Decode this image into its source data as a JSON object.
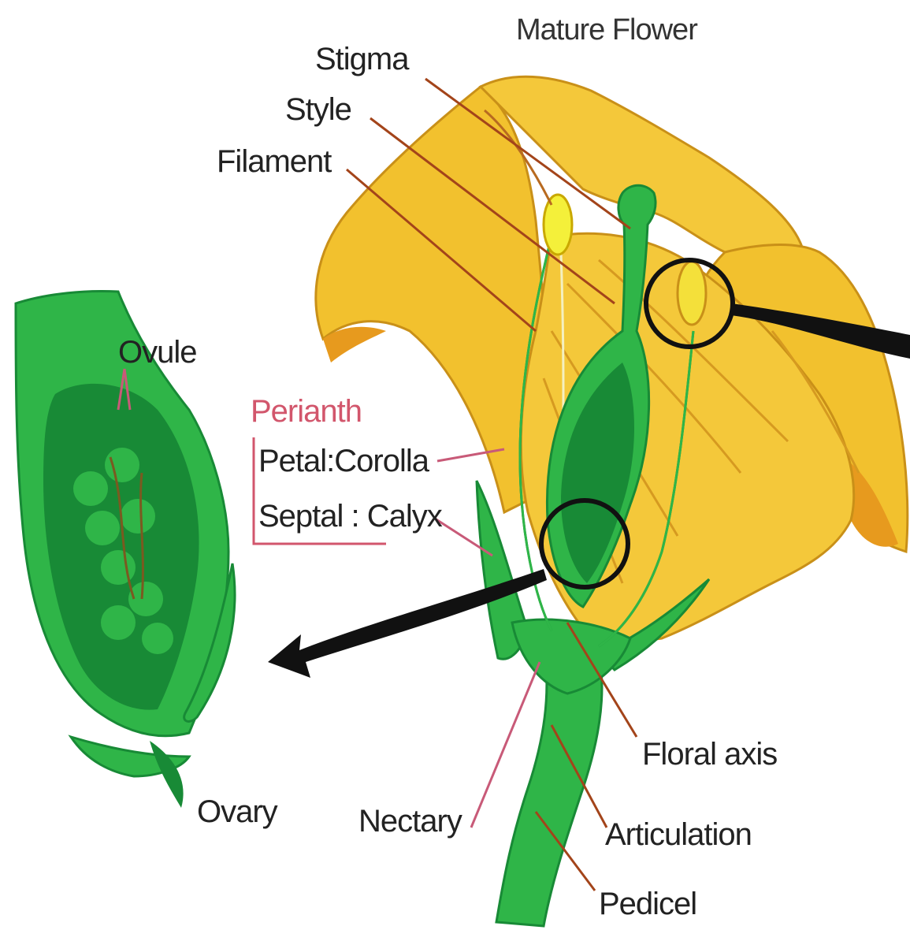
{
  "title": "Mature Flower",
  "labels": {
    "stigma": "Stigma",
    "style": "Style",
    "filament": "Filament",
    "ovule": "Ovule",
    "perianth": "Perianth",
    "petal": "Petal:Corolla",
    "sepal": "Septal : Calyx",
    "floral_axis": "Floral axis",
    "ovary": "Ovary",
    "nectary": "Nectary",
    "articulation": "Articulation",
    "pedicel": "Pedicel"
  },
  "colors": {
    "petal_yellow": "#f2c12e",
    "petal_orange": "#e79a1e",
    "green_light": "#2fb548",
    "green_dark": "#188a36",
    "anther_yellow": "#f4f03a",
    "leader_brown": "#a3441a",
    "leader_pink": "#c85a78",
    "perianth_red": "#d2566c",
    "magnifier_black": "#111111"
  }
}
